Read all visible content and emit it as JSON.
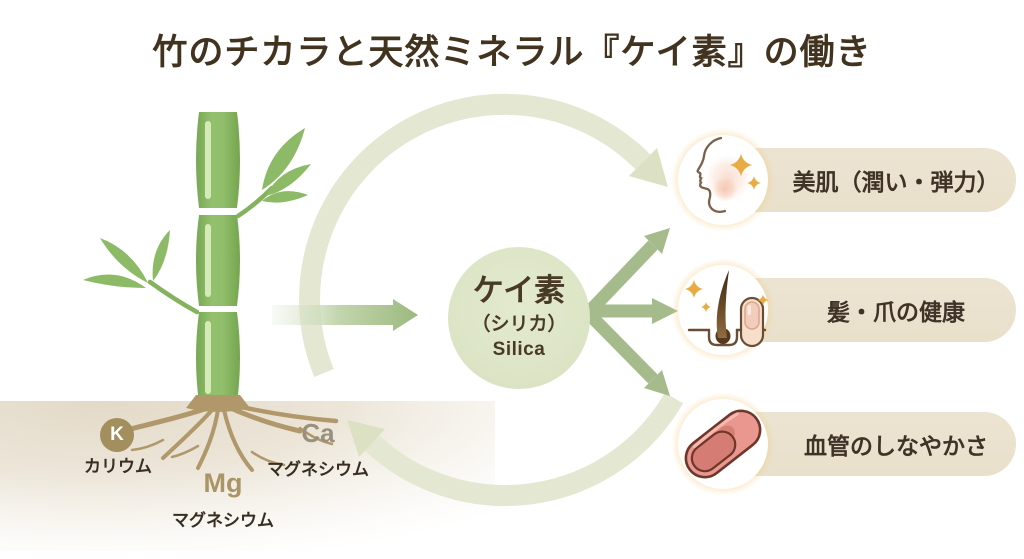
{
  "title": "竹のチカラと天然ミネラル『ケイ素』の働き",
  "center": {
    "title": "ケイ素",
    "subtitle": "（シリカ）",
    "latin": "Silica"
  },
  "benefits": [
    {
      "icon": "face-sparkle-icon",
      "label": "美肌（潤い・弾力）"
    },
    {
      "icon": "hair-nail-icon",
      "label": "髪・爪の健康"
    },
    {
      "icon": "blood-vessel-icon",
      "label": "血管のしなやかさ"
    }
  ],
  "minerals": [
    {
      "symbol": "K",
      "name": "カリウム"
    },
    {
      "symbol": "Ca",
      "name": "マグネシウム"
    },
    {
      "symbol": "Mg",
      "name": "マグネシウム"
    }
  ],
  "colors": {
    "title_text": "#42331f",
    "bamboo_green": "#8cba66",
    "silica_circle_bg": "#dde5c7",
    "cycle_arc": "#e4e7d1",
    "fan_arrow": "#a5bb8c",
    "pill_bg": "#eae1cd",
    "pill_text": "#3f3227",
    "ground_beige": "#e1d7c4",
    "root_tan": "#b1986b",
    "sparkle_gold": "#e9ac45",
    "vessel_pink": "#e9978f"
  }
}
